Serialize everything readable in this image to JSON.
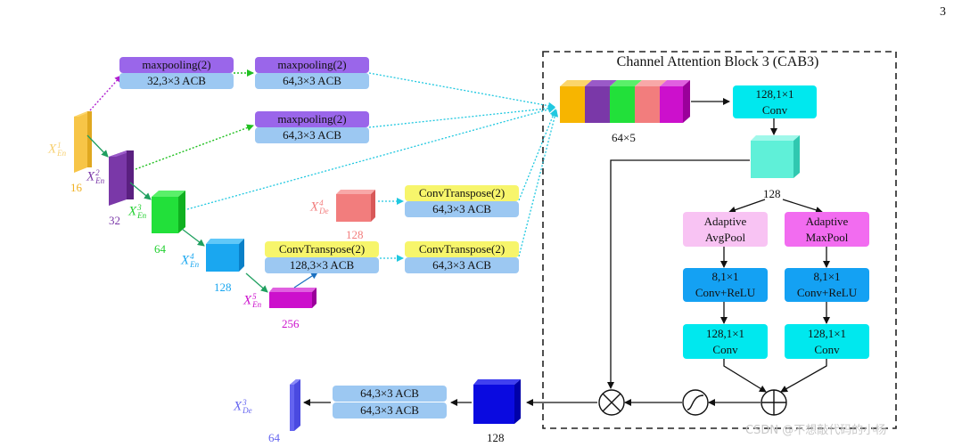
{
  "page_number": "3",
  "watermark": "CSDN @不想敲代码的小杨",
  "cab_title": "Channel Attention Block 3 (CAB3)",
  "colors": {
    "en1": "#f7c547",
    "en2": "#7a38a8",
    "en3": "#22e03a",
    "en4": "#1aa7f0",
    "en5": "#cc10cc",
    "de4": "#f27d7d",
    "de3": "#6464f0",
    "out128": "#0a0ae0",
    "cyan": "#00e8ee",
    "teal_cube": "#5ff0d8"
  },
  "encoder": [
    {
      "base": "X",
      "sup": "1",
      "sub": "En",
      "channels": "16"
    },
    {
      "base": "X",
      "sup": "2",
      "sub": "En",
      "channels": "32"
    },
    {
      "base": "X",
      "sup": "3",
      "sub": "En",
      "channels": "64"
    },
    {
      "base": "X",
      "sup": "4",
      "sub": "En",
      "channels": "128"
    },
    {
      "base": "X",
      "sup": "5",
      "sub": "En",
      "channels": "256"
    }
  ],
  "decoder_in": {
    "base": "X",
    "sup": "4",
    "sub": "De",
    "channels": "128"
  },
  "decoder_out": {
    "base": "X",
    "sup": "3",
    "sub": "De",
    "channels": "64"
  },
  "blocks": {
    "b1": {
      "top": "maxpooling(2)",
      "bottom": "32,3×3 ACB"
    },
    "b2": {
      "top": "maxpooling(2)",
      "bottom": "64,3×3 ACB"
    },
    "b3": {
      "top": "maxpooling(2)",
      "bottom": "64,3×3 ACB"
    },
    "b4": {
      "top": "ConvTranspose(2)",
      "bottom": "64,3×3 ACB"
    },
    "b5": {
      "top": "ConvTranspose(2)",
      "bottom": "128,3×3 ACB"
    },
    "b6": {
      "top": "ConvTranspose(2)",
      "bottom": "64,3×3 ACB"
    },
    "out": {
      "top": "64,3×3 ACB",
      "bottom": "64,3×3 ACB"
    }
  },
  "concat_label": "64×5",
  "cab": {
    "conv1": "128,1×1\nConv",
    "cube_label": "128",
    "avgpool": "Adaptive\nAvgPool",
    "maxpool": "Adaptive\nMaxPool",
    "relu_left": "8,1×1\nConv+ReLU",
    "relu_right": "8,1×1\nConv+ReLU",
    "conv_left": "128,1×1\nConv",
    "conv_right": "128,1×1\nConv"
  },
  "out_cube_label": "128"
}
